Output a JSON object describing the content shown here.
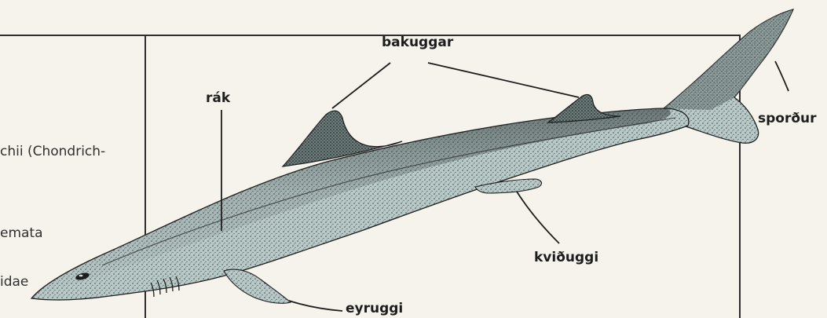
{
  "left_column_text": {
    "line1": "chii (Chondrich-",
    "line2": "emata",
    "line3": "idae"
  },
  "labels": {
    "bakuggar": "bakuggar",
    "rak": "rák",
    "spordur": "sporður",
    "kviduggi": "kviðuggi",
    "eyruggi": "eyruggi"
  },
  "colors": {
    "shark_fill": "#b9c9c8",
    "ink": "#1d1d1d",
    "paper": "#f6f3ec"
  }
}
